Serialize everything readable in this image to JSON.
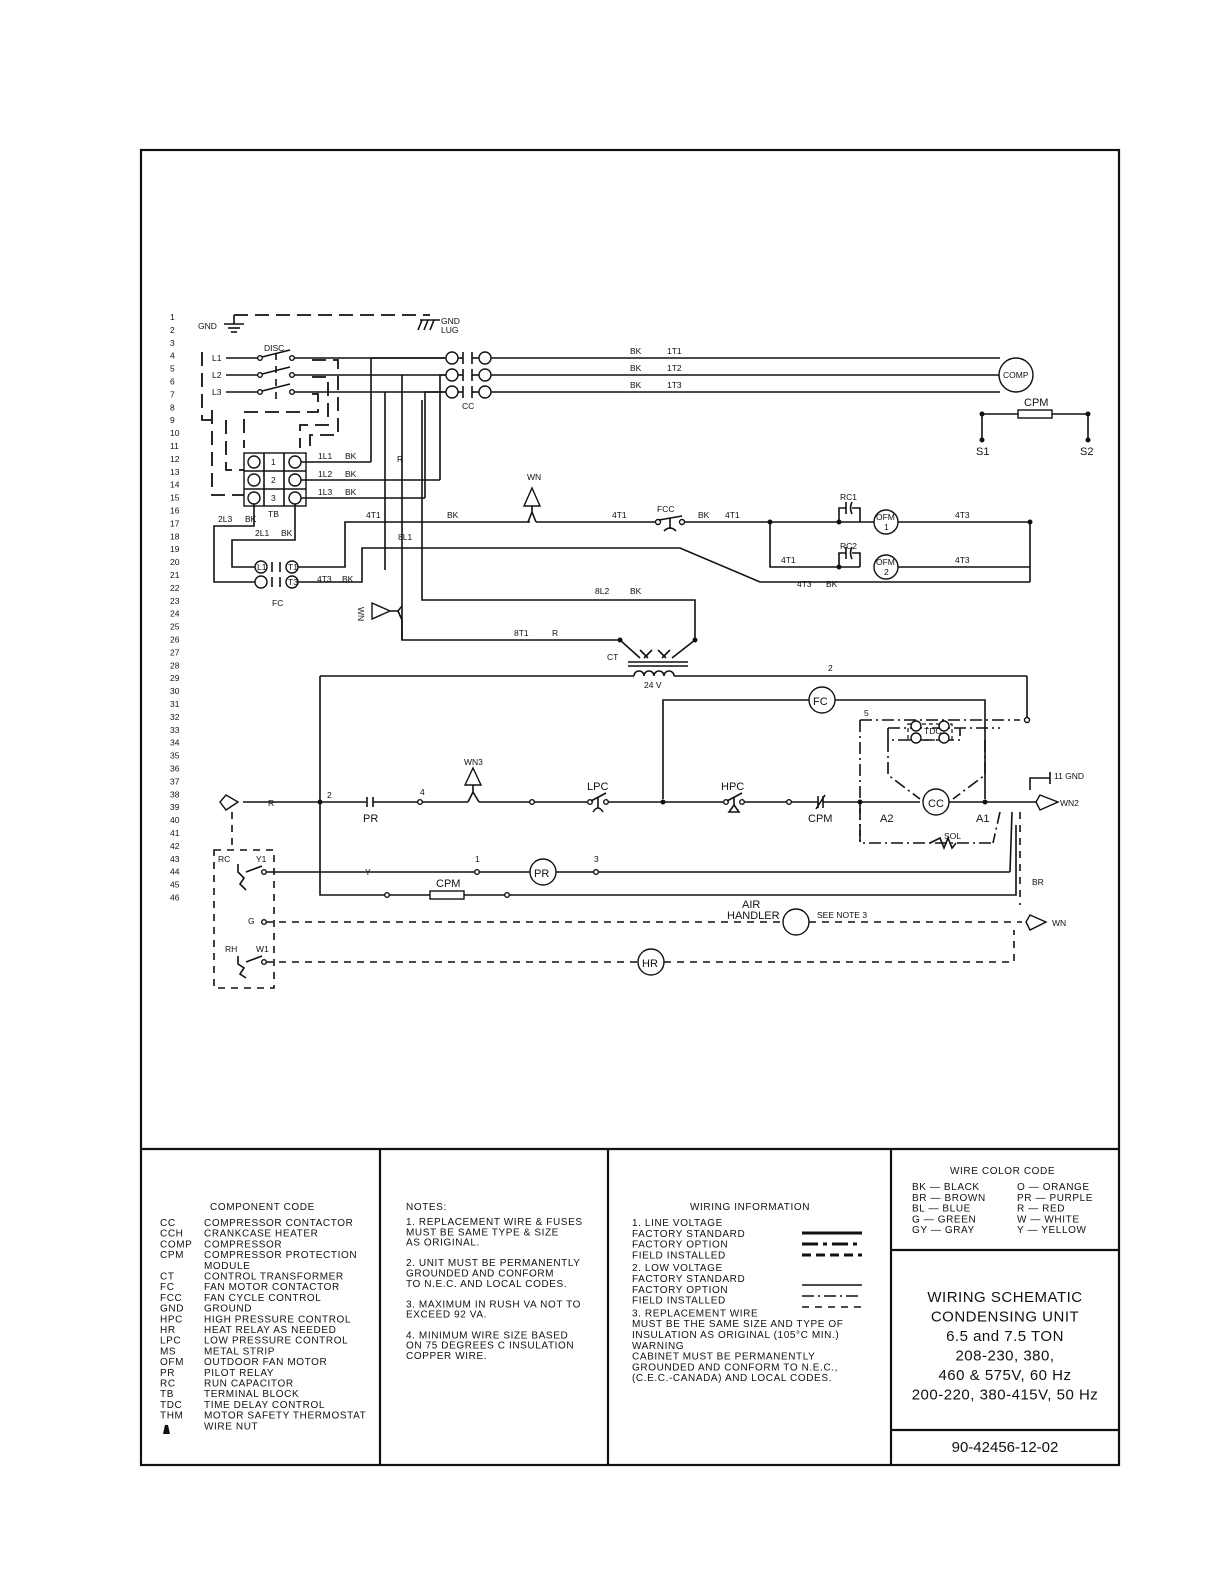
{
  "row_numbers": [
    "1",
    "2",
    "3",
    "4",
    "5",
    "6",
    "7",
    "8",
    "9",
    "10",
    "11",
    "12",
    "13",
    "14",
    "15",
    "16",
    "17",
    "18",
    "19",
    "20",
    "21",
    "22",
    "23",
    "24",
    "25",
    "26",
    "27",
    "28",
    "29",
    "30",
    "31",
    "32",
    "33",
    "34",
    "35",
    "36",
    "37",
    "38",
    "39",
    "40",
    "41",
    "42",
    "43",
    "44",
    "45",
    "46"
  ],
  "labels": {
    "gnd": "GND",
    "gnd_lug_1": "GND",
    "gnd_lug_2": "LUG",
    "disc": "DISC",
    "l1": "L1",
    "l2": "L2",
    "l3": "L3",
    "cc": "CC",
    "comp": "COMP",
    "cpm_top": "CPM",
    "s1": "S1",
    "s2": "S2",
    "bk": "BK",
    "t1_1": "1T1",
    "t1_2": "1T2",
    "t1_3": "1T3",
    "tb": "TB",
    "tb_1": "1",
    "tb_2": "2",
    "tb_3": "3",
    "il1": "1L1",
    "il2": "1L2",
    "il3": "1L3",
    "r": "R",
    "l3_2": "2L3",
    "l1_2": "2L1",
    "t1_4": "4T1",
    "t3_4": "4T3",
    "l1_8": "8L1",
    "l2_8": "8L2",
    "t1_8": "8T1",
    "wn": "WN",
    "fcc": "FCC",
    "rc1": "RC1",
    "rc2": "RC2",
    "ofm": "OFM",
    "ofm_1": "1",
    "ofm_2": "2",
    "fc": "FC",
    "t_1": "T1",
    "t_3": "T3",
    "ct": "CT",
    "v24": "24 V",
    "n2": "2",
    "n5": "5",
    "n4": "4",
    "n1": "1",
    "n3": "3",
    "fc_coil": "FC",
    "tdc": "TDC",
    "cc_coil": "CC",
    "wn3": "WN3",
    "lpc": "LPC",
    "hpc": "HPC",
    "cpm_mid": "CPM",
    "a2": "A2",
    "a1": "A1",
    "sol": "SOL",
    "gnd_11": "11 GND",
    "wn2": "WN2",
    "pr": "PR",
    "pr_coil": "PR",
    "y": "Y",
    "g": "G",
    "rc": "RC",
    "y1": "Y1",
    "rh": "RH",
    "w1": "W1",
    "cpm_low": "CPM",
    "br": "BR",
    "air": "AIR",
    "handler": "HANDLER",
    "see_note": "SEE NOTE 3",
    "hr": "HR",
    "wn_low": "WN"
  },
  "component_code": {
    "title": "COMPONENT CODE",
    "items": [
      {
        "code": "CC",
        "desc": "COMPRESSOR CONTACTOR"
      },
      {
        "code": "CCH",
        "desc": "CRANKCASE HEATER"
      },
      {
        "code": "COMP",
        "desc": "COMPRESSOR"
      },
      {
        "code": "CPM",
        "desc": "COMPRESSOR PROTECTION"
      },
      {
        "code": "",
        "desc": "MODULE"
      },
      {
        "code": "CT",
        "desc": "CONTROL TRANSFORMER"
      },
      {
        "code": "FC",
        "desc": "FAN MOTOR CONTACTOR"
      },
      {
        "code": "FCC",
        "desc": "FAN CYCLE CONTROL"
      },
      {
        "code": "GND",
        "desc": "GROUND"
      },
      {
        "code": "HPC",
        "desc": "HIGH PRESSURE CONTROL"
      },
      {
        "code": "HR",
        "desc": "HEAT RELAY AS NEEDED"
      },
      {
        "code": "LPC",
        "desc": "LOW PRESSURE CONTROL"
      },
      {
        "code": "MS",
        "desc": "METAL STRIP"
      },
      {
        "code": "OFM",
        "desc": "OUTDOOR FAN MOTOR"
      },
      {
        "code": "PR",
        "desc": "PILOT RELAY"
      },
      {
        "code": "RC",
        "desc": "RUN CAPACITOR"
      },
      {
        "code": "TB",
        "desc": "TERMINAL BLOCK"
      },
      {
        "code": "TDC",
        "desc": "TIME DELAY CONTROL"
      },
      {
        "code": "THM",
        "desc": "MOTOR SAFETY THERMOSTAT"
      },
      {
        "code": "",
        "desc": "WIRE NUT"
      }
    ]
  },
  "notes": {
    "title": "NOTES:",
    "lines": [
      "1. REPLACEMENT WIRE & FUSES",
      "    MUST BE SAME TYPE & SIZE",
      "    AS ORIGINAL.",
      "",
      "2. UNIT MUST BE PERMANENTLY",
      "    GROUNDED AND CONFORM",
      "    TO N.E.C. AND LOCAL CODES.",
      "",
      "3. MAXIMUM IN RUSH VA NOT TO",
      "    EXCEED 92 VA.",
      "",
      "4. MINIMUM WIRE SIZE BASED",
      "    ON 75 DEGREES C INSULATION",
      "    COPPER WIRE."
    ]
  },
  "wiring_info": {
    "title": "WIRING INFORMATION",
    "lines": [
      "1. LINE VOLTAGE",
      "      FACTORY STANDARD",
      "      FACTORY OPTION",
      "      FIELD INSTALLED",
      "2. LOW VOLTAGE",
      "      FACTORY STANDARD",
      "      FACTORY OPTION",
      "      FIELD INSTALLED",
      "3. REPLACEMENT WIRE",
      "      MUST BE THE SAME SIZE AND TYPE OF",
      "      INSULATION AS ORIGINAL (105°C MIN.)",
      "    WARNING",
      "      CABINET MUST BE PERMANENTLY",
      "      GROUNDED AND CONFORM TO N.E.C.,",
      "      (C.E.C.-CANADA) AND LOCAL CODES."
    ]
  },
  "wire_color_code": {
    "title": "WIRE COLOR CODE",
    "left": [
      "BK — BLACK",
      "BR — BROWN",
      "BL — BLUE",
      "G  — GREEN",
      "GY — GRAY"
    ],
    "right": [
      "O  — ORANGE",
      "PR — PURPLE",
      "R  — RED",
      "W  — WHITE",
      "Y  — YELLOW"
    ]
  },
  "title_block": {
    "lines": [
      "WIRING SCHEMATIC",
      "CONDENSING UNIT",
      "6.5 and 7.5 TON",
      "208-230, 380,",
      "460 & 575V, 60 Hz",
      "200-220, 380-415V, 50 Hz"
    ],
    "doc_number": "90-42456-12-02"
  }
}
